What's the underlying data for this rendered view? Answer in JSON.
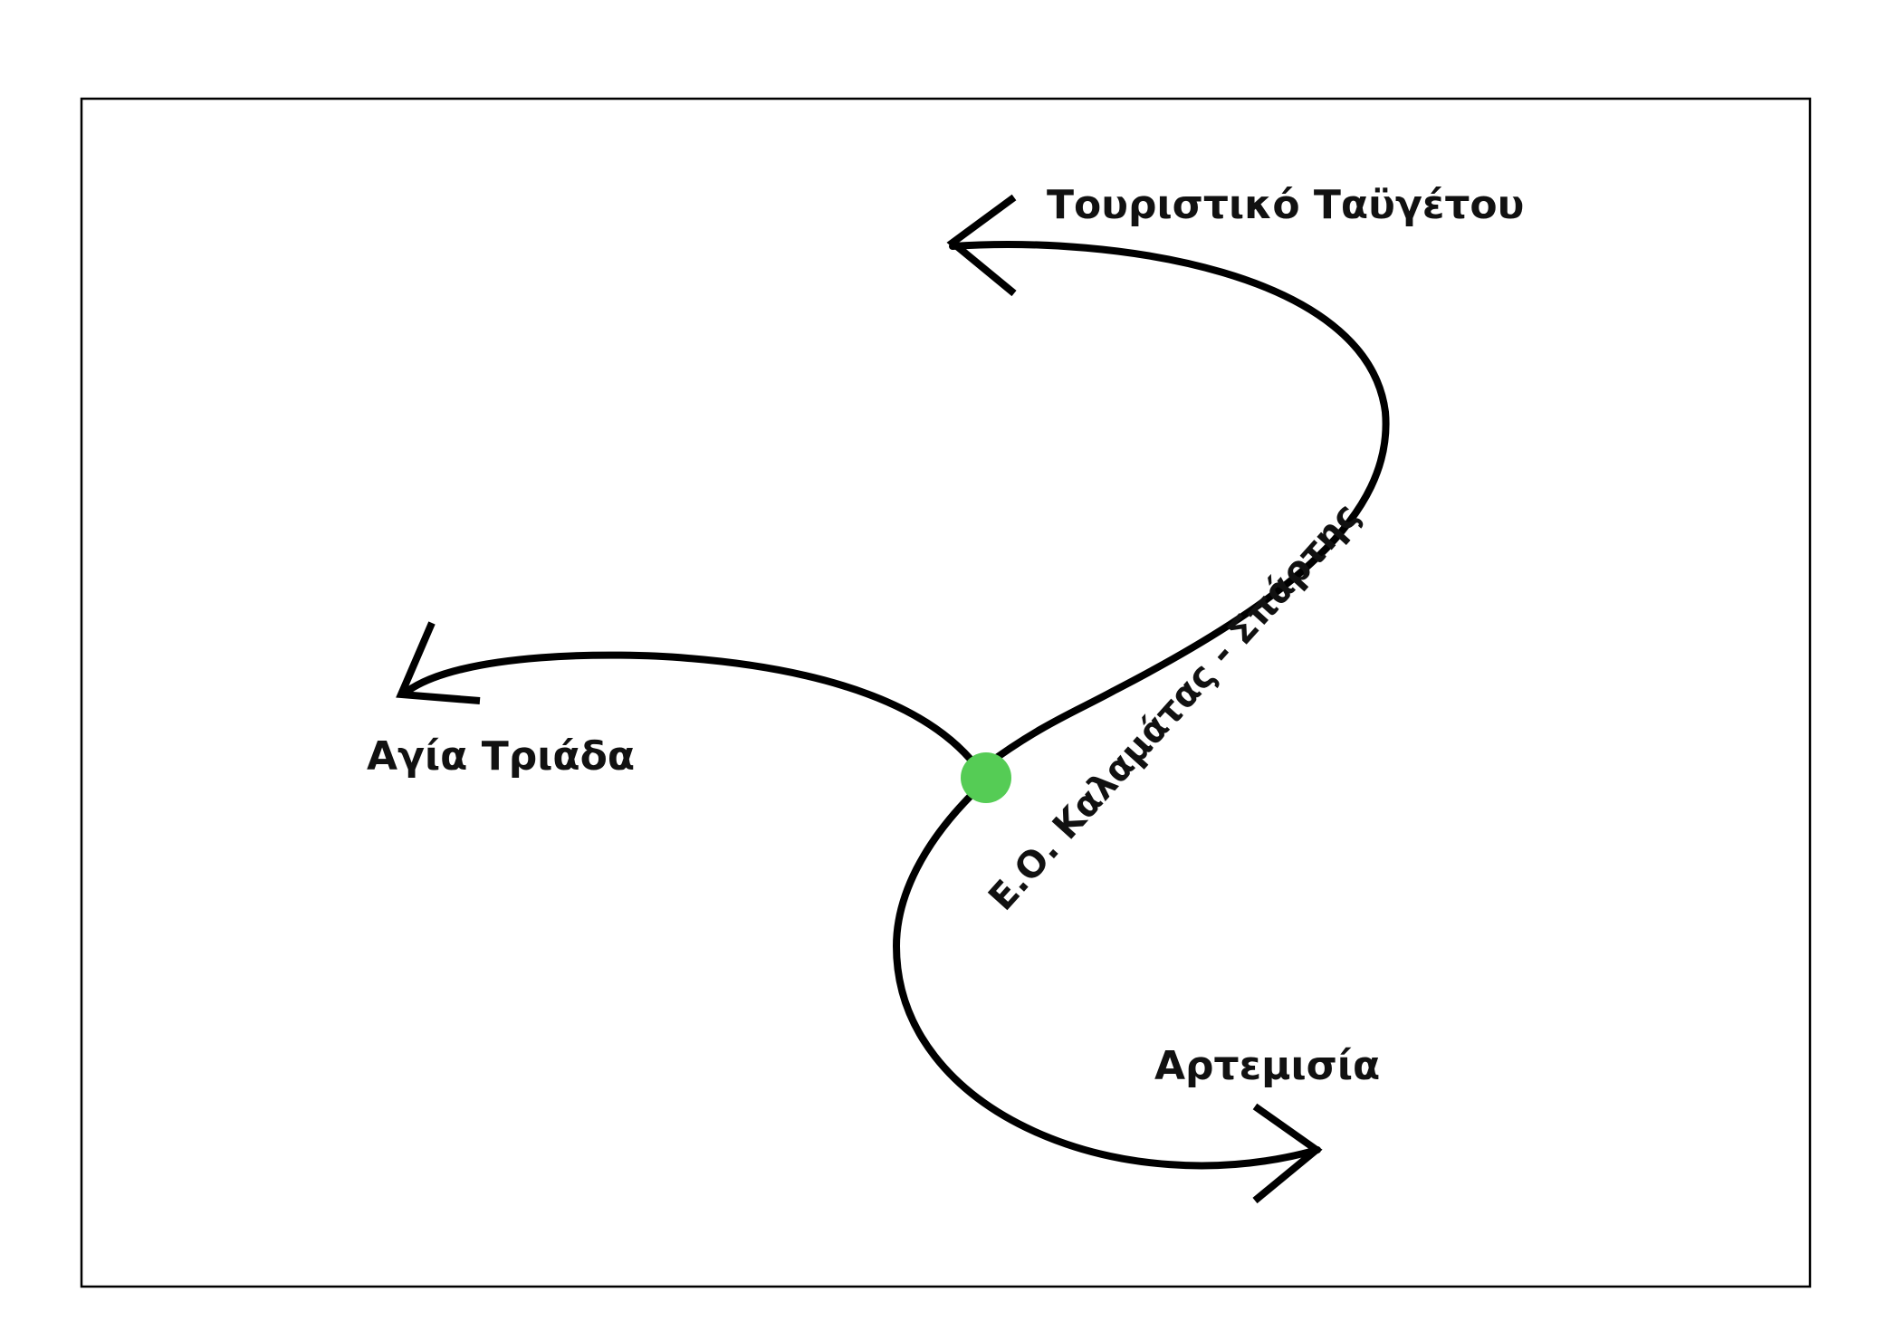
{
  "labels": {
    "touristiko": "Τουριστικό Ταϋγέτου",
    "agia_triada": "Αγία Τριάδα",
    "artemisia": "Αρτεμισία",
    "main_road": "Ε.Ο. Καλαμάτας - Σπάρτης"
  },
  "colors": {
    "road": "#000000",
    "location_marker": "#55cc55",
    "frame": "#000000",
    "background": "#ffffff"
  },
  "icons": {
    "location_marker": "green-dot-icon",
    "direction": "arrowhead-icon"
  }
}
